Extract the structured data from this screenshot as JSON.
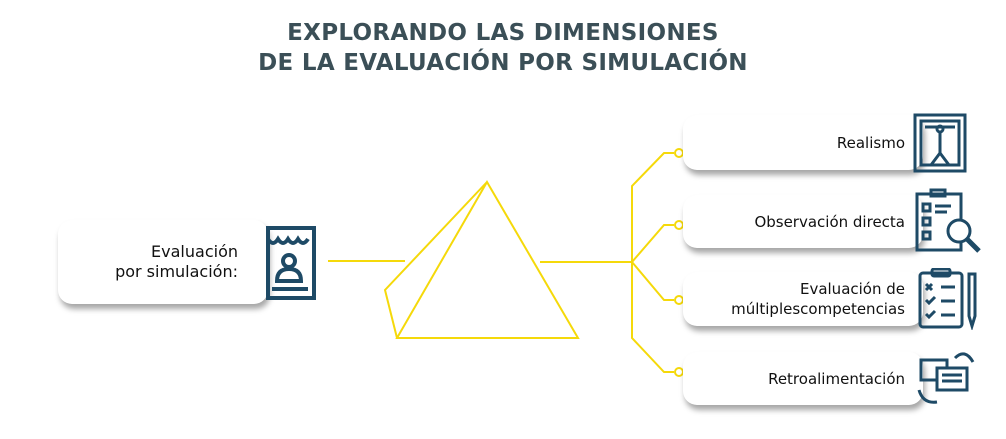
{
  "title": {
    "line1": "EXPLORANDO LAS DIMENSIONES",
    "line2": "DE LA EVALUACIÓN POR SIMULACIÓN"
  },
  "source": {
    "line1": "Evaluación",
    "line2": "por simulación:",
    "icon": "booth-person-icon"
  },
  "items": [
    {
      "line1": "Realismo",
      "line2": "",
      "icon": "vitruvian-man-icon"
    },
    {
      "line1": "Observación directa",
      "line2": "",
      "icon": "clipboard-magnifier-icon"
    },
    {
      "line1": "Evaluación de",
      "line2": "múltiplescompetencias",
      "icon": "checklist-pencil-icon"
    },
    {
      "line1": "Retroalimentación",
      "line2": "",
      "icon": "chat-exchange-icon"
    }
  ],
  "colors": {
    "accent": "#f5d90a",
    "icon": "#1e4a66",
    "title": "#3b4f57"
  }
}
